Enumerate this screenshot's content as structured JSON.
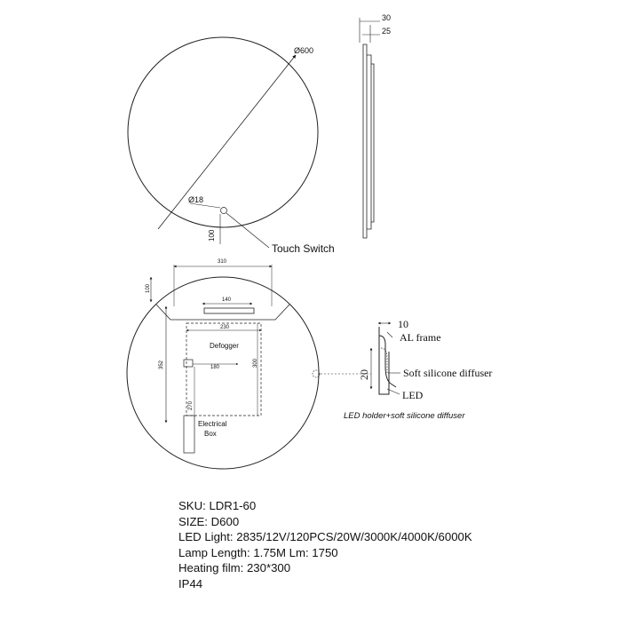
{
  "top_view": {
    "diameter_label": "Ø600",
    "switch_diameter_label": "Ø18",
    "switch_offset_label": "100",
    "touch_switch_label": "Touch Switch"
  },
  "side_view": {
    "depth_total": "30",
    "depth_inner": "25"
  },
  "back_view": {
    "width_label": "310",
    "top_offset_label": "100",
    "vertical_label": "352",
    "box_width_label": "140",
    "film_width_label": "230",
    "film_height_label": "300",
    "bracket_label": "180",
    "bottom_label": "270",
    "defogger_label": "Defogger",
    "electrical_box_line1": "Electrical",
    "electrical_box_line2": "Box"
  },
  "profile": {
    "width_label": "10",
    "height_label": "20",
    "al_frame_label": "AL frame",
    "diffuser_label": "Soft silicone diffuser",
    "led_label": "LED",
    "caption": "LED holder+soft silicone diffuser"
  },
  "specs": {
    "sku": "SKU: LDR1-60",
    "size": "SIZE: D600",
    "led_light": "LED Light: 2835/12V/120PCS/20W/3000K/4000K/6000K",
    "lamp_length": "Lamp Length: 1.75M  Lm: 1750",
    "heating_film": "Heating film: 230*300",
    "ip": "IP44"
  }
}
